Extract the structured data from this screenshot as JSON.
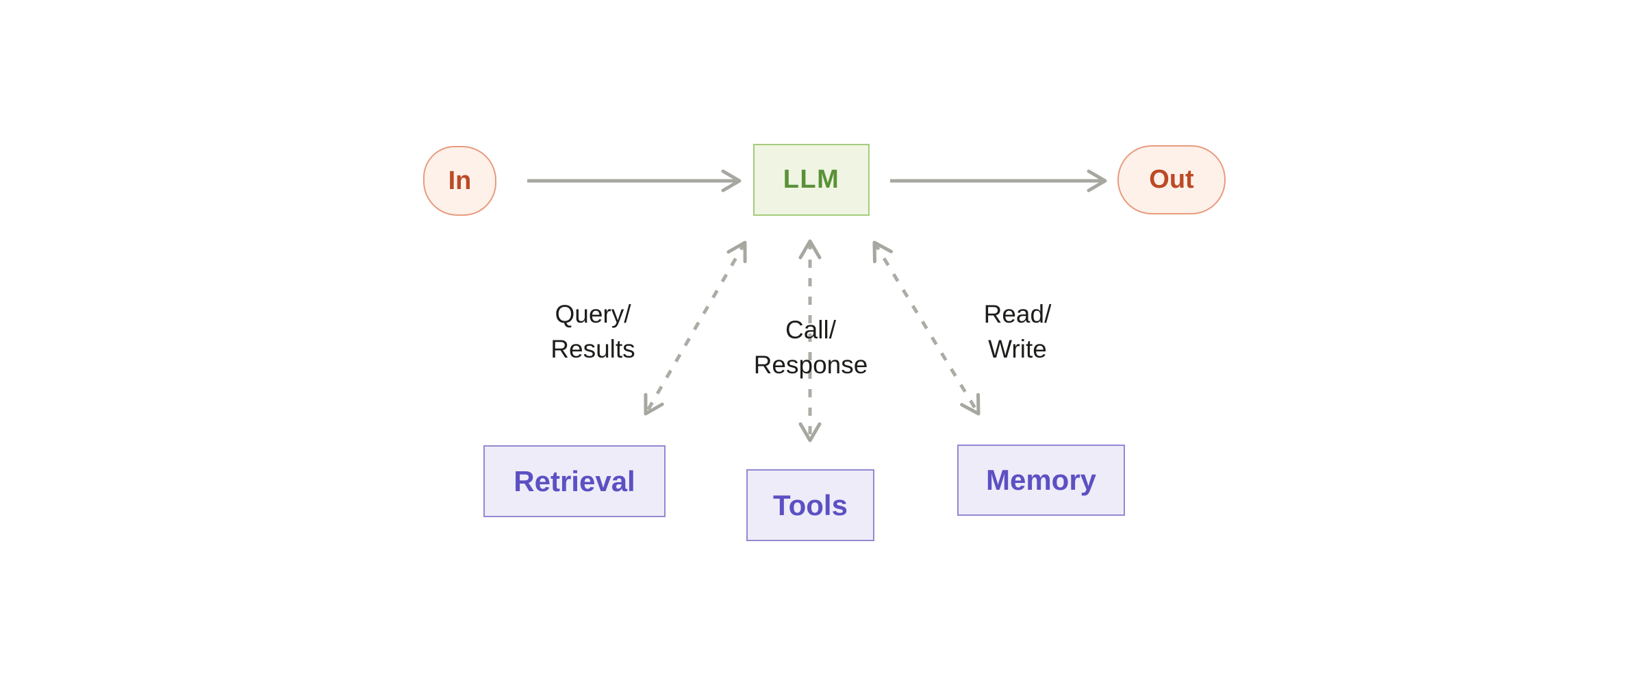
{
  "diagram": {
    "type": "flow-diagram",
    "description": "LLM core loop with input and output, augmented by bidirectional dashed connections to Retrieval, Tools and Memory modules",
    "nodes": {
      "in": {
        "label": "In"
      },
      "llm": {
        "label": "LLM"
      },
      "out": {
        "label": "Out"
      },
      "retrieval": {
        "label": "Retrieval"
      },
      "tools": {
        "label": "Tools"
      },
      "memory": {
        "label": "Memory"
      }
    },
    "edge_labels": {
      "retrieval": {
        "line1": "Query/",
        "line2": "Results"
      },
      "tools": {
        "line1": "Call/",
        "line2": "Response"
      },
      "memory": {
        "line1": "Read/",
        "line2": "Write"
      }
    },
    "edges": [
      {
        "from": "in",
        "to": "llm",
        "style": "solid",
        "direction": "one-way"
      },
      {
        "from": "llm",
        "to": "out",
        "style": "solid",
        "direction": "one-way"
      },
      {
        "from": "llm",
        "to": "retrieval",
        "style": "dashed",
        "direction": "two-way",
        "label": "Query/Results"
      },
      {
        "from": "llm",
        "to": "tools",
        "style": "dashed",
        "direction": "two-way",
        "label": "Call/Response"
      },
      {
        "from": "llm",
        "to": "memory",
        "style": "dashed",
        "direction": "two-way",
        "label": "Read/Write"
      }
    ],
    "colors": {
      "background": "#ffffff",
      "io_fill": "#fdf1ea",
      "io_border": "#e99a7e",
      "io_text": "#bc4a25",
      "llm_fill": "#eff5e2",
      "llm_border": "#a5cb7c",
      "llm_text": "#5a9138",
      "module_fill": "#eeecf8",
      "module_border": "#9089d3",
      "module_text": "#5c50c3",
      "arrow_gray": "#a7a7a1",
      "label_text": "#1d1d1b"
    }
  }
}
